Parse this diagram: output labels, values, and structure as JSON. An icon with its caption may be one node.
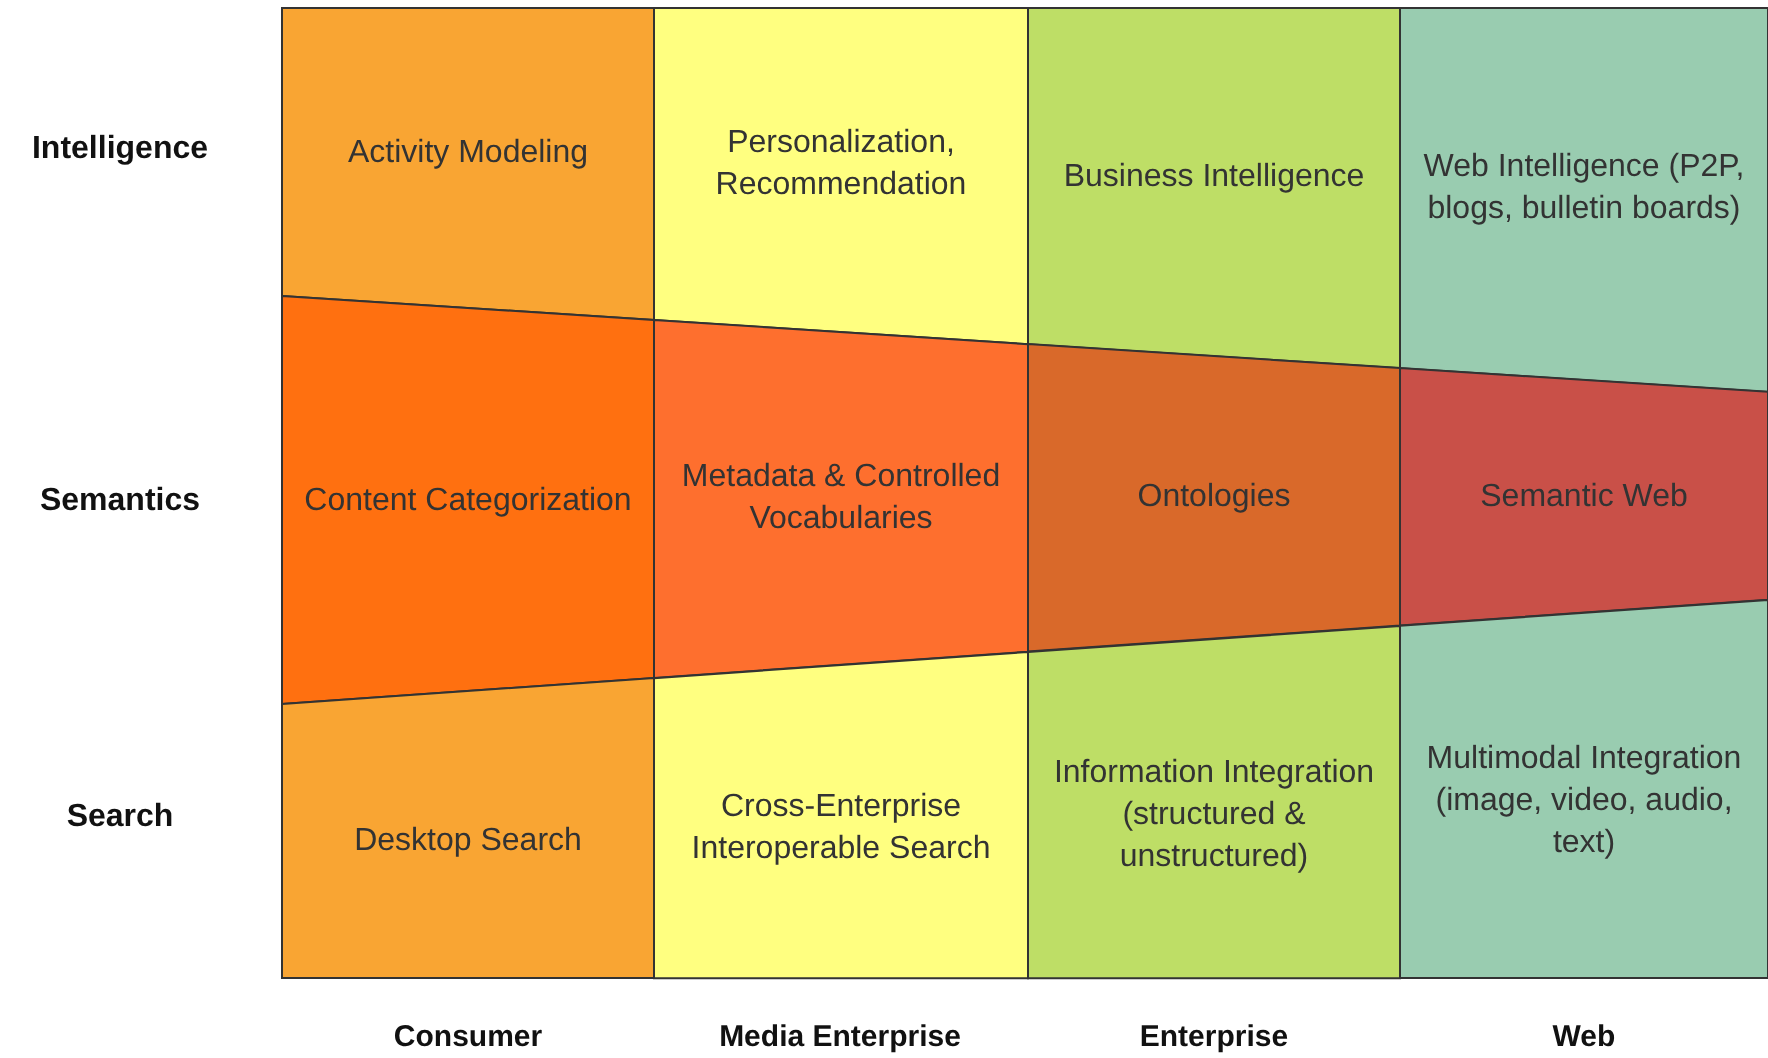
{
  "diagram": {
    "nodes": [
      {
        "text": [
          "Activity Modeling"
        ]
      },
      {
        "text": [
          "Personalization, Recommendation"
        ]
      },
      {
        "text": [
          "Business Intelligence"
        ]
      },
      {
        "text": [
          "Web Intelligence (P2P, blogs, bulletin boards)"
        ]
      },
      {
        "text": [
          "Content Categorization"
        ]
      },
      {
        "text": [
          "Metadata & Controlled Vocabularies"
        ]
      },
      {
        "text": [
          "Ontologies"
        ]
      },
      {
        "text": [
          "Semantic Web"
        ]
      },
      {
        "text": [
          "Desktop Search"
        ]
      },
      {
        "text": [
          "Cross-Enterprise Interoperable Search"
        ]
      },
      {
        "text": [
          "Information Integration (structured & unstructured)"
        ]
      },
      {
        "text": [
          "Multimodal Integration (image, video, audio, text)"
        ]
      }
    ],
    "labels": [
      "Intelligence",
      "Semantics",
      "Search",
      "Consumer",
      "Media Enterprise",
      "Enterprise",
      "Web"
    ]
  }
}
